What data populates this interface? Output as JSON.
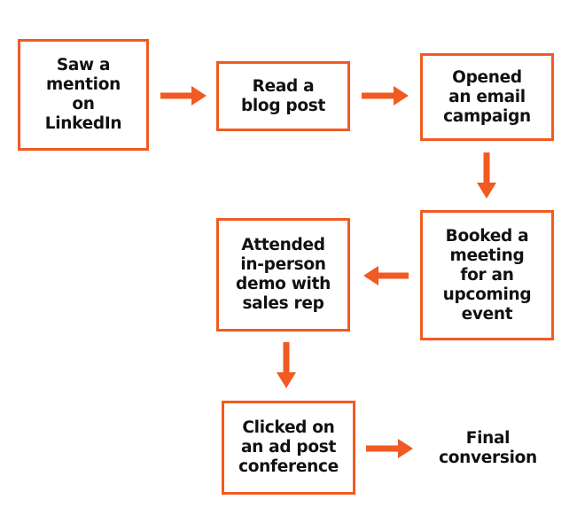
{
  "nodes": [
    {
      "id": "n1",
      "text": "Saw a\nmention\non\nLinkedIn",
      "boxed": true
    },
    {
      "id": "n2",
      "text": "Read a\nblog post",
      "boxed": true
    },
    {
      "id": "n3",
      "text": "Opened\nan email\ncampaign",
      "boxed": true
    },
    {
      "id": "n4",
      "text": "Booked a\nmeeting\nfor an\nupcoming\nevent",
      "boxed": true
    },
    {
      "id": "n5",
      "text": "Attended\nin-person\ndemo with\nsales rep",
      "boxed": true
    },
    {
      "id": "n6",
      "text": "Clicked on\nan ad post\nconference",
      "boxed": true
    },
    {
      "id": "n7",
      "text": "Final\nconversion",
      "boxed": false
    }
  ],
  "edges": [
    {
      "from": "n1",
      "to": "n2",
      "direction": "right"
    },
    {
      "from": "n2",
      "to": "n3",
      "direction": "right"
    },
    {
      "from": "n3",
      "to": "n4",
      "direction": "down"
    },
    {
      "from": "n4",
      "to": "n5",
      "direction": "left"
    },
    {
      "from": "n5",
      "to": "n6",
      "direction": "down"
    },
    {
      "from": "n6",
      "to": "n7",
      "direction": "right"
    }
  ],
  "colors": {
    "accent": "#F15A22",
    "text": "#111111",
    "background": "#FFFFFF"
  }
}
